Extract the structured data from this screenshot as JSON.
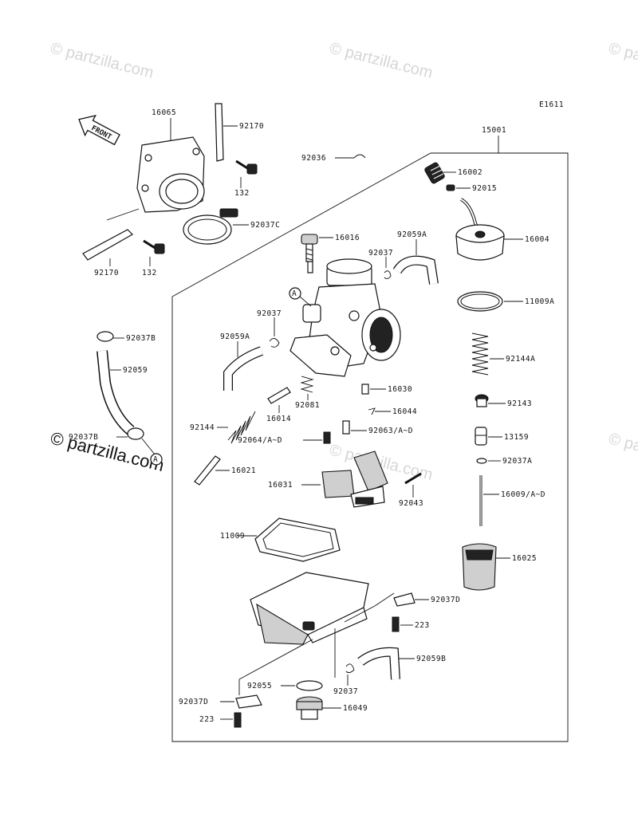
{
  "diagram_code": "E1611",
  "front_label": "FRONT",
  "watermark_text": "© partzilla.com",
  "marker_A": "A",
  "parts": {
    "p15001": "15001",
    "p16065": "16065",
    "p92170_top": "92170",
    "p92036": "92036",
    "p132_top": "132",
    "p92037C": "92037C",
    "p92170_bottom": "92170",
    "p132_bottom": "132",
    "p16002": "16002",
    "p92015": "92015",
    "p16004": "16004",
    "p16016": "16016",
    "p92059A_top": "92059A",
    "p92037_top": "92037",
    "p11009A": "11009A",
    "p92037_left": "92037",
    "p92059A_left": "92059A",
    "p92037B_top": "92037B",
    "p92059": "92059",
    "p92144A": "92144A",
    "p92081": "92081",
    "p16030": "16030",
    "p92143": "92143",
    "p16014": "16014",
    "p16044": "16044",
    "p92144": "92144",
    "p92063": "92063/A~D",
    "p13159": "13159",
    "p92037B_bottom": "92037B",
    "p92064": "92064/A~D",
    "p92037A": "92037A",
    "p16021": "16021",
    "p16031": "16031",
    "p92043": "92043",
    "p16009": "16009/A~D",
    "p11009": "11009",
    "p16025": "16025",
    "p92037D_right": "92037D",
    "p223_right": "223",
    "p92059B": "92059B",
    "p92055": "92055",
    "p92037_bottom": "92037",
    "p92037D_left": "92037D",
    "p16049": "16049",
    "p223_left": "223"
  }
}
